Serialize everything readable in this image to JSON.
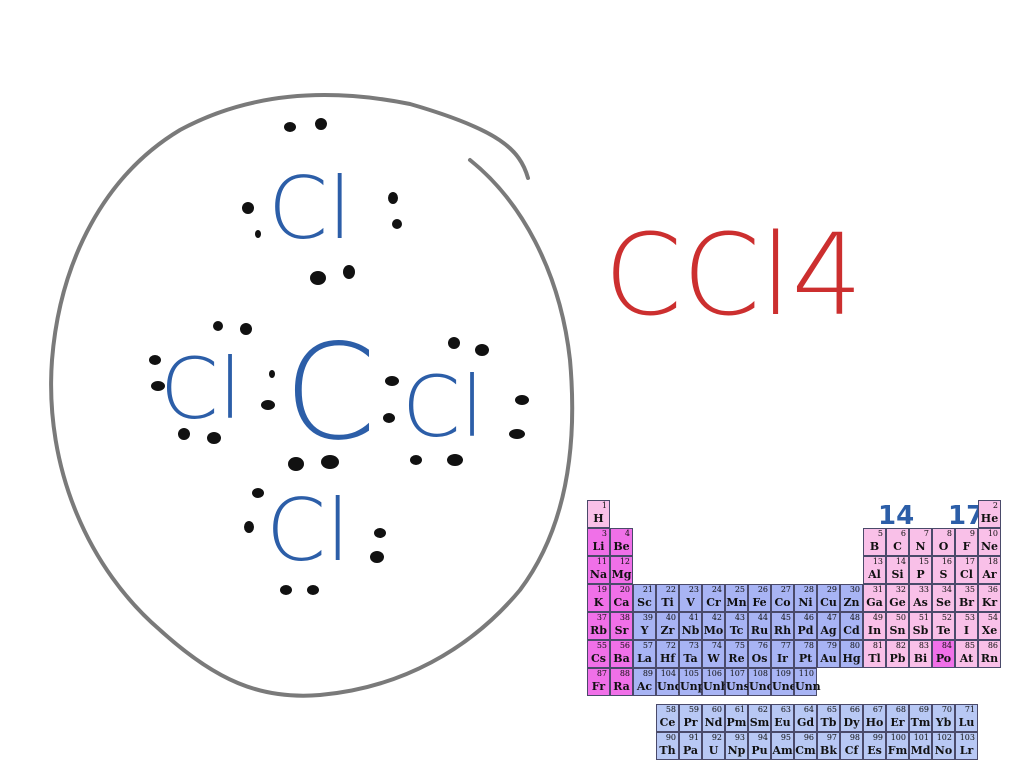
{
  "molecule": {
    "center": "C",
    "ligands": {
      "top": "Cl",
      "left": "Cl",
      "right": "Cl",
      "bottom": "Cl"
    }
  },
  "formula": "CCl4",
  "group_labels": [
    "14",
    "17"
  ],
  "colors": {
    "blue_ink": "#2c5ea8",
    "red_ink": "#cc2f2f",
    "black_ink": "#111111",
    "circle_gray": "#7a7a7a",
    "s_block": "#f070e8",
    "d_block": "#a8b4f4",
    "p_block": "#f9c0e8",
    "f_block": "#b8c8f4"
  },
  "periodic_table": {
    "elements": [
      {
        "n": "1",
        "s": "H",
        "row": 1,
        "col": 1,
        "b": "h"
      },
      {
        "n": "2",
        "s": "He",
        "row": 1,
        "col": 18,
        "b": "ng"
      },
      {
        "n": "3",
        "s": "Li",
        "row": 2,
        "col": 1,
        "b": "s"
      },
      {
        "n": "4",
        "s": "Be",
        "row": 2,
        "col": 2,
        "b": "s"
      },
      {
        "n": "5",
        "s": "B",
        "row": 2,
        "col": 13,
        "b": "p"
      },
      {
        "n": "6",
        "s": "C",
        "row": 2,
        "col": 14,
        "b": "p"
      },
      {
        "n": "7",
        "s": "N",
        "row": 2,
        "col": 15,
        "b": "p"
      },
      {
        "n": "8",
        "s": "O",
        "row": 2,
        "col": 16,
        "b": "p"
      },
      {
        "n": "9",
        "s": "F",
        "row": 2,
        "col": 17,
        "b": "p"
      },
      {
        "n": "10",
        "s": "Ne",
        "row": 2,
        "col": 18,
        "b": "ng"
      },
      {
        "n": "11",
        "s": "Na",
        "row": 3,
        "col": 1,
        "b": "s"
      },
      {
        "n": "12",
        "s": "Mg",
        "row": 3,
        "col": 2,
        "b": "s"
      },
      {
        "n": "13",
        "s": "Al",
        "row": 3,
        "col": 13,
        "b": "p"
      },
      {
        "n": "14",
        "s": "Si",
        "row": 3,
        "col": 14,
        "b": "p"
      },
      {
        "n": "15",
        "s": "P",
        "row": 3,
        "col": 15,
        "b": "p"
      },
      {
        "n": "16",
        "s": "S",
        "row": 3,
        "col": 16,
        "b": "p"
      },
      {
        "n": "17",
        "s": "Cl",
        "row": 3,
        "col": 17,
        "b": "p"
      },
      {
        "n": "18",
        "s": "Ar",
        "row": 3,
        "col": 18,
        "b": "ng"
      },
      {
        "n": "19",
        "s": "K",
        "row": 4,
        "col": 1,
        "b": "s"
      },
      {
        "n": "20",
        "s": "Ca",
        "row": 4,
        "col": 2,
        "b": "s"
      },
      {
        "n": "21",
        "s": "Sc",
        "row": 4,
        "col": 3,
        "b": "d"
      },
      {
        "n": "22",
        "s": "Ti",
        "row": 4,
        "col": 4,
        "b": "d"
      },
      {
        "n": "23",
        "s": "V",
        "row": 4,
        "col": 5,
        "b": "d"
      },
      {
        "n": "24",
        "s": "Cr",
        "row": 4,
        "col": 6,
        "b": "d"
      },
      {
        "n": "25",
        "s": "Mn",
        "row": 4,
        "col": 7,
        "b": "d"
      },
      {
        "n": "26",
        "s": "Fe",
        "row": 4,
        "col": 8,
        "b": "d"
      },
      {
        "n": "27",
        "s": "Co",
        "row": 4,
        "col": 9,
        "b": "d"
      },
      {
        "n": "28",
        "s": "Ni",
        "row": 4,
        "col": 10,
        "b": "d"
      },
      {
        "n": "29",
        "s": "Cu",
        "row": 4,
        "col": 11,
        "b": "d"
      },
      {
        "n": "30",
        "s": "Zn",
        "row": 4,
        "col": 12,
        "b": "d"
      },
      {
        "n": "31",
        "s": "Ga",
        "row": 4,
        "col": 13,
        "b": "p"
      },
      {
        "n": "32",
        "s": "Ge",
        "row": 4,
        "col": 14,
        "b": "p"
      },
      {
        "n": "33",
        "s": "As",
        "row": 4,
        "col": 15,
        "b": "p"
      },
      {
        "n": "34",
        "s": "Se",
        "row": 4,
        "col": 16,
        "b": "p"
      },
      {
        "n": "35",
        "s": "Br",
        "row": 4,
        "col": 17,
        "b": "p"
      },
      {
        "n": "36",
        "s": "Kr",
        "row": 4,
        "col": 18,
        "b": "ng"
      },
      {
        "n": "37",
        "s": "Rb",
        "row": 5,
        "col": 1,
        "b": "s"
      },
      {
        "n": "38",
        "s": "Sr",
        "row": 5,
        "col": 2,
        "b": "s"
      },
      {
        "n": "39",
        "s": "Y",
        "row": 5,
        "col": 3,
        "b": "d"
      },
      {
        "n": "40",
        "s": "Zr",
        "row": 5,
        "col": 4,
        "b": "d"
      },
      {
        "n": "41",
        "s": "Nb",
        "row": 5,
        "col": 5,
        "b": "d"
      },
      {
        "n": "42",
        "s": "Mo",
        "row": 5,
        "col": 6,
        "b": "d"
      },
      {
        "n": "43",
        "s": "Tc",
        "row": 5,
        "col": 7,
        "b": "d"
      },
      {
        "n": "44",
        "s": "Ru",
        "row": 5,
        "col": 8,
        "b": "d"
      },
      {
        "n": "45",
        "s": "Rh",
        "row": 5,
        "col": 9,
        "b": "d"
      },
      {
        "n": "46",
        "s": "Pd",
        "row": 5,
        "col": 10,
        "b": "d"
      },
      {
        "n": "47",
        "s": "Ag",
        "row": 5,
        "col": 11,
        "b": "d"
      },
      {
        "n": "48",
        "s": "Cd",
        "row": 5,
        "col": 12,
        "b": "d"
      },
      {
        "n": "49",
        "s": "In",
        "row": 5,
        "col": 13,
        "b": "p"
      },
      {
        "n": "50",
        "s": "Sn",
        "row": 5,
        "col": 14,
        "b": "p"
      },
      {
        "n": "51",
        "s": "Sb",
        "row": 5,
        "col": 15,
        "b": "p"
      },
      {
        "n": "52",
        "s": "Te",
        "row": 5,
        "col": 16,
        "b": "p"
      },
      {
        "n": "53",
        "s": "I",
        "row": 5,
        "col": 17,
        "b": "p"
      },
      {
        "n": "54",
        "s": "Xe",
        "row": 5,
        "col": 18,
        "b": "ng"
      },
      {
        "n": "55",
        "s": "Cs",
        "row": 6,
        "col": 1,
        "b": "s"
      },
      {
        "n": "56",
        "s": "Ba",
        "row": 6,
        "col": 2,
        "b": "s"
      },
      {
        "n": "57",
        "s": "La",
        "row": 6,
        "col": 3,
        "b": "d"
      },
      {
        "n": "72",
        "s": "Hf",
        "row": 6,
        "col": 4,
        "b": "d"
      },
      {
        "n": "73",
        "s": "Ta",
        "row": 6,
        "col": 5,
        "b": "d"
      },
      {
        "n": "74",
        "s": "W",
        "row": 6,
        "col": 6,
        "b": "d"
      },
      {
        "n": "75",
        "s": "Re",
        "row": 6,
        "col": 7,
        "b": "d"
      },
      {
        "n": "76",
        "s": "Os",
        "row": 6,
        "col": 8,
        "b": "d"
      },
      {
        "n": "77",
        "s": "Ir",
        "row": 6,
        "col": 9,
        "b": "d"
      },
      {
        "n": "78",
        "s": "Pt",
        "row": 6,
        "col": 10,
        "b": "d"
      },
      {
        "n": "79",
        "s": "Au",
        "row": 6,
        "col": 11,
        "b": "d"
      },
      {
        "n": "80",
        "s": "Hg",
        "row": 6,
        "col": 12,
        "b": "d"
      },
      {
        "n": "81",
        "s": "Tl",
        "row": 6,
        "col": 13,
        "b": "p"
      },
      {
        "n": "82",
        "s": "Pb",
        "row": 6,
        "col": 14,
        "b": "p"
      },
      {
        "n": "83",
        "s": "Bi",
        "row": 6,
        "col": 15,
        "b": "p"
      },
      {
        "n": "84",
        "s": "Po",
        "row": 6,
        "col": 16,
        "b": "s"
      },
      {
        "n": "85",
        "s": "At",
        "row": 6,
        "col": 17,
        "b": "p"
      },
      {
        "n": "86",
        "s": "Rn",
        "row": 6,
        "col": 18,
        "b": "ng"
      },
      {
        "n": "87",
        "s": "Fr",
        "row": 7,
        "col": 1,
        "b": "s"
      },
      {
        "n": "88",
        "s": "Ra",
        "row": 7,
        "col": 2,
        "b": "s"
      },
      {
        "n": "89",
        "s": "Ac",
        "row": 7,
        "col": 3,
        "b": "d"
      },
      {
        "n": "104",
        "s": "Unq",
        "row": 7,
        "col": 4,
        "b": "d"
      },
      {
        "n": "105",
        "s": "Unp",
        "row": 7,
        "col": 5,
        "b": "d"
      },
      {
        "n": "106",
        "s": "Unh",
        "row": 7,
        "col": 6,
        "b": "d"
      },
      {
        "n": "107",
        "s": "Uns",
        "row": 7,
        "col": 7,
        "b": "d"
      },
      {
        "n": "108",
        "s": "Uno",
        "row": 7,
        "col": 8,
        "b": "d"
      },
      {
        "n": "109",
        "s": "Une",
        "row": 7,
        "col": 9,
        "b": "d"
      },
      {
        "n": "110",
        "s": "Unn",
        "row": 7,
        "col": 10,
        "b": "d"
      },
      {
        "n": "58",
        "s": "Ce",
        "row": 9,
        "col": 4,
        "b": "f"
      },
      {
        "n": "59",
        "s": "Pr",
        "row": 9,
        "col": 5,
        "b": "f"
      },
      {
        "n": "60",
        "s": "Nd",
        "row": 9,
        "col": 6,
        "b": "f"
      },
      {
        "n": "61",
        "s": "Pm",
        "row": 9,
        "col": 7,
        "b": "f"
      },
      {
        "n": "62",
        "s": "Sm",
        "row": 9,
        "col": 8,
        "b": "f"
      },
      {
        "n": "63",
        "s": "Eu",
        "row": 9,
        "col": 9,
        "b": "f"
      },
      {
        "n": "64",
        "s": "Gd",
        "row": 9,
        "col": 10,
        "b": "f"
      },
      {
        "n": "65",
        "s": "Tb",
        "row": 9,
        "col": 11,
        "b": "f"
      },
      {
        "n": "66",
        "s": "Dy",
        "row": 9,
        "col": 12,
        "b": "f"
      },
      {
        "n": "67",
        "s": "Ho",
        "row": 9,
        "col": 13,
        "b": "f"
      },
      {
        "n": "68",
        "s": "Er",
        "row": 9,
        "col": 14,
        "b": "f"
      },
      {
        "n": "69",
        "s": "Tm",
        "row": 9,
        "col": 15,
        "b": "f"
      },
      {
        "n": "70",
        "s": "Yb",
        "row": 9,
        "col": 16,
        "b": "f"
      },
      {
        "n": "71",
        "s": "Lu",
        "row": 9,
        "col": 17,
        "b": "f"
      },
      {
        "n": "90",
        "s": "Th",
        "row": 10,
        "col": 4,
        "b": "f"
      },
      {
        "n": "91",
        "s": "Pa",
        "row": 10,
        "col": 5,
        "b": "f"
      },
      {
        "n": "92",
        "s": "U",
        "row": 10,
        "col": 6,
        "b": "f"
      },
      {
        "n": "93",
        "s": "Np",
        "row": 10,
        "col": 7,
        "b": "f"
      },
      {
        "n": "94",
        "s": "Pu",
        "row": 10,
        "col": 8,
        "b": "f"
      },
      {
        "n": "95",
        "s": "Am",
        "row": 10,
        "col": 9,
        "b": "f"
      },
      {
        "n": "96",
        "s": "Cm",
        "row": 10,
        "col": 10,
        "b": "f"
      },
      {
        "n": "97",
        "s": "Bk",
        "row": 10,
        "col": 11,
        "b": "f"
      },
      {
        "n": "98",
        "s": "Cf",
        "row": 10,
        "col": 12,
        "b": "f"
      },
      {
        "n": "99",
        "s": "Es",
        "row": 10,
        "col": 13,
        "b": "f"
      },
      {
        "n": "100",
        "s": "Fm",
        "row": 10,
        "col": 14,
        "b": "f"
      },
      {
        "n": "101",
        "s": "Md",
        "row": 10,
        "col": 15,
        "b": "f"
      },
      {
        "n": "102",
        "s": "No",
        "row": 10,
        "col": 16,
        "b": "f"
      },
      {
        "n": "103",
        "s": "Lr",
        "row": 10,
        "col": 17,
        "b": "f"
      }
    ]
  }
}
